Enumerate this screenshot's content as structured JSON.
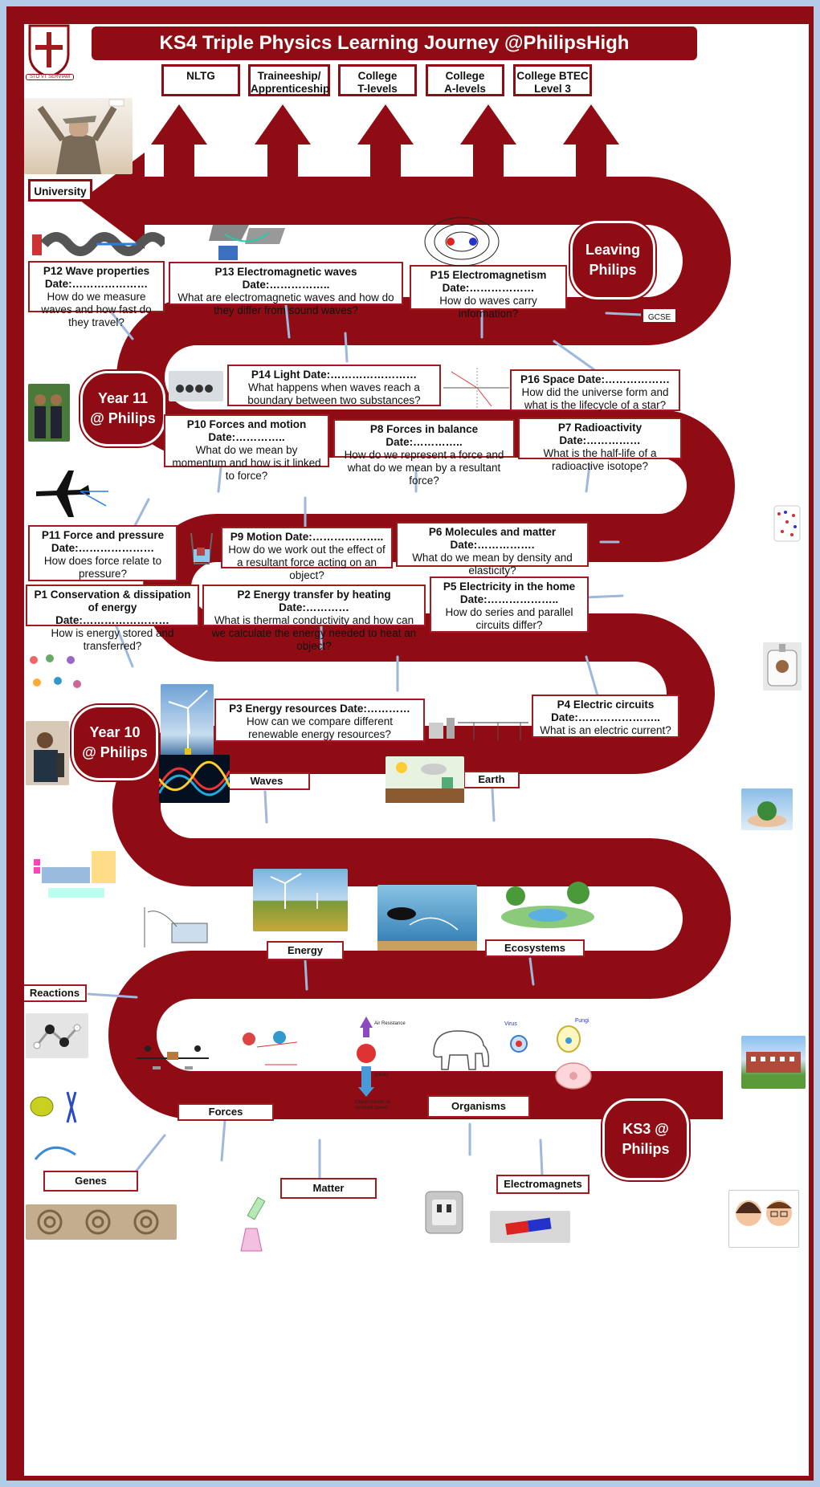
{
  "title": "KS4 Triple Physics Learning Journey @PhilipsHigh",
  "crest": {
    "motto": "STO VT SERVIAM"
  },
  "destinations": [
    {
      "line1": "NLTG",
      "line2": ""
    },
    {
      "line1": "Traineeship/",
      "line2": "Apprenticeship"
    },
    {
      "line1": "College",
      "line2": "T-levels"
    },
    {
      "line1": "College",
      "line2": "A-levels"
    },
    {
      "line1": "College BTEC",
      "line2": "Level 3"
    }
  ],
  "university_label": "University",
  "gcse_label": "GCSE",
  "stages": {
    "leaving": {
      "line1": "Leaving",
      "line2": "Philips"
    },
    "year11": {
      "line1": "Year 11",
      "line2": "@ Philips"
    },
    "year10": {
      "line1": "Year 10",
      "line2": "@ Philips"
    },
    "ks3": {
      "line1": "KS3 @",
      "line2": "Philips"
    }
  },
  "topics": {
    "p12": {
      "title": "P12 Wave properties Date:…………………",
      "question": "How  do we measure waves and how fast do they travel?"
    },
    "p13": {
      "title": "P13 Electromagnetic waves Date:……………..",
      "question": "What are electromagnetic waves and how do they differ from sound waves?"
    },
    "p15": {
      "title": "P15 Electromagnetism Date:………………",
      "question": "How  do waves carry information?"
    },
    "p14": {
      "title": "P14 Light Date:……………………",
      "question": "What happens when waves reach a boundary between two substances?"
    },
    "p16": {
      "title": "P16 Space Date:………………",
      "question": "How  did the universe form and what is the lifecycle of a star?"
    },
    "p10": {
      "title": "P10 Forces and motion Date:…………..",
      "question": "What do we mean by momentum and how is it linked to force?"
    },
    "p8": {
      "title": "P8 Forces in balance Date:…………..",
      "question": "How do we represent  a force and what do we mean by a resultant force?"
    },
    "p7": {
      "title": "P7 Radioactivity Date:……………",
      "question": "What is the half-life of a radioactive isotope?"
    },
    "p11": {
      "title": "P11 Force and pressure Date:…………………",
      "question": "How  does force relate to pressure?"
    },
    "p9": {
      "title": "P9 Motion Date:………………..",
      "question": "How  do we work  out the effect of a resultant force acting on an object?"
    },
    "p6": {
      "title": "P6 Molecules and matter Date:…………….",
      "question": "What do we mean by density and elasticity?"
    },
    "p1": {
      "title": "P1 Conservation & dissipation of energy Date:……………………",
      "question": "How is energy stored and transferred?"
    },
    "p2": {
      "title": "P2 Energy transfer by heating Date:…………",
      "question": "What is thermal conductivity and how can we calculate the energy needed to heat an object?"
    },
    "p5": {
      "title": "P5 Electricity in the home Date:………………..",
      "question": "How do series and parallel circuits differ?"
    },
    "p3": {
      "title": "P3 Energy resources Date:…………",
      "question": "How can we compare different renewable energy resources?"
    },
    "p4": {
      "title": "P4 Electric circuits Date:…………………..",
      "question": "What is an electric current?"
    }
  },
  "ks3_topics": {
    "waves": "Waves",
    "earth": "Earth",
    "energy": "Energy",
    "ecosystems": "Ecosystems",
    "reactions": "Reactions",
    "forces": "Forces",
    "organisms": "Organisms",
    "genes": "Genes",
    "matter": "Matter",
    "electromagnets": "Electromagnets"
  },
  "image_annotations": {
    "air_resistance": "Air Resistance",
    "gravity": "gravity",
    "constant_speed": "Object travels at constant speed",
    "virus": "Virus",
    "fungi": "Fungi"
  },
  "colors": {
    "maroon": "#8f0c14",
    "frame_blue": "#b3cbe6",
    "connector": "#9db8dc"
  }
}
